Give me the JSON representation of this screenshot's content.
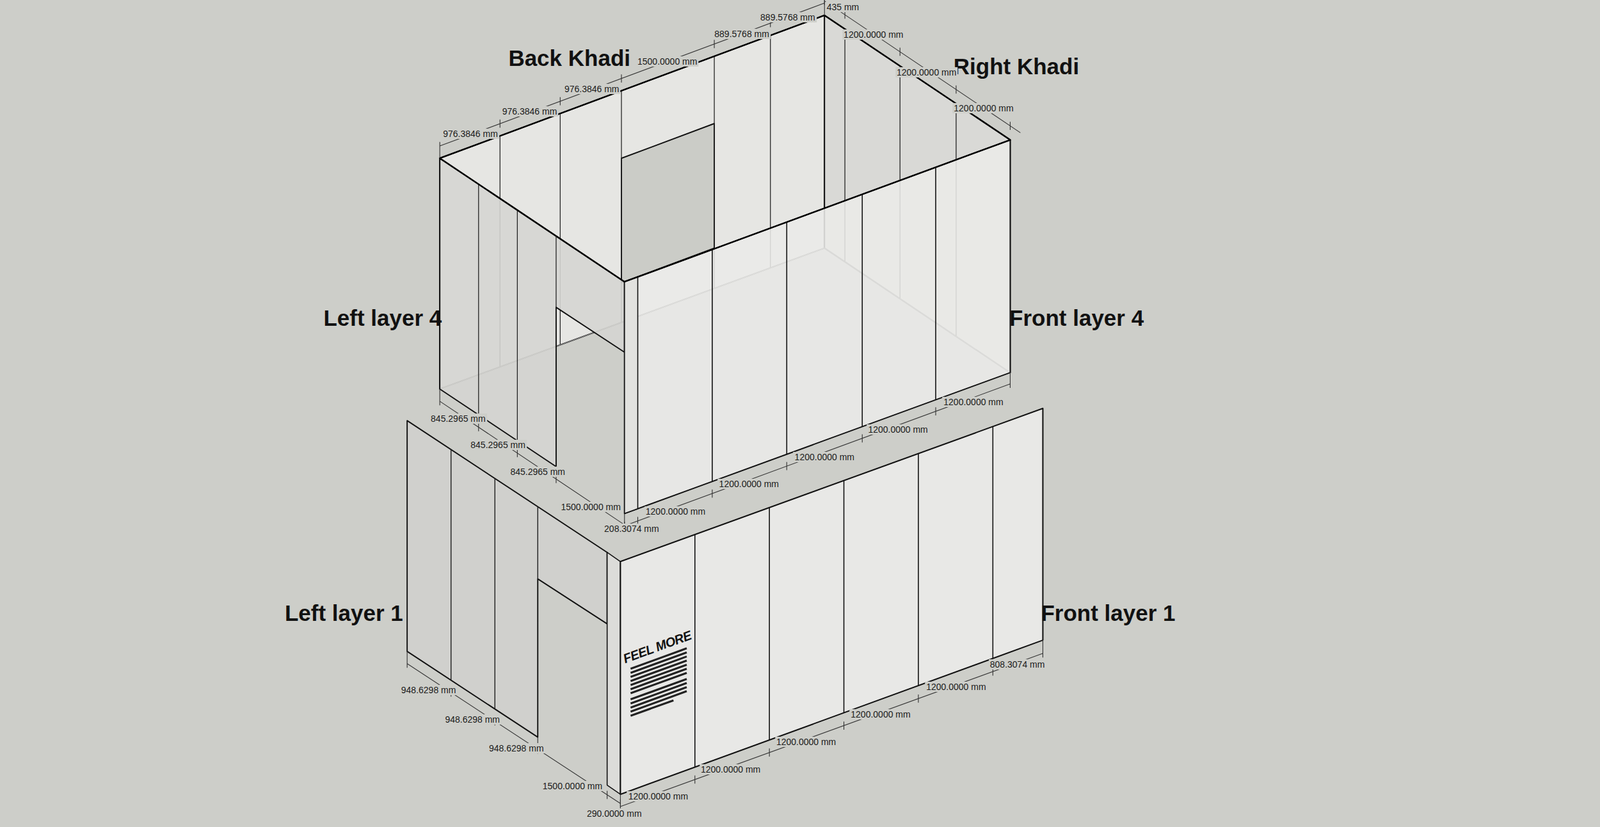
{
  "diagram": {
    "labels": [
      "Back Khadi",
      "Right Khadi",
      "Left layer 4",
      "Front layer 4",
      "Left layer 1",
      "Front layer 1",
      "FEEL MORE",
      "889.5768 mm",
      "435 mm",
      "889.5768 mm",
      "1500.0000 mm",
      "976.3846 mm",
      "976.3846 mm",
      "976.3846 mm",
      "1200.0000 mm",
      "1200.0000 mm",
      "1200.0000 mm",
      "845.2965 mm",
      "845.2965 mm",
      "845.2965 mm",
      "1500.0000 mm",
      "208.3074 mm",
      "1200.0000 mm",
      "1200.0000 mm",
      "1200.0000 mm",
      "1200.0000 mm",
      "1200.0000 mm",
      "948.6298 mm",
      "948.6298 mm",
      "948.6298 mm",
      "1500.0000 mm",
      "290.0000 mm",
      "1200.0000 mm",
      "1200.0000 mm",
      "1200.0000 mm",
      "1200.0000 mm",
      "1200.0000 mm",
      "808.3074 mm"
    ]
  }
}
